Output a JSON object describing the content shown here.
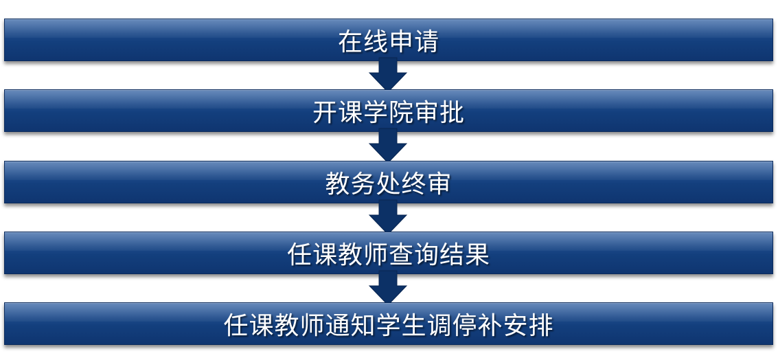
{
  "steps": [
    {
      "label": "在线申请"
    },
    {
      "label": "开课学院审批"
    },
    {
      "label": "教务处终审"
    },
    {
      "label": "任课教师查询结果"
    },
    {
      "label": "任课教师通知学生调停补安排"
    }
  ],
  "colors": {
    "box_fill": "#143f7c",
    "box_border": "#0a2a5c",
    "arrow_fill": "#0c3166",
    "text": "#ffffff"
  }
}
